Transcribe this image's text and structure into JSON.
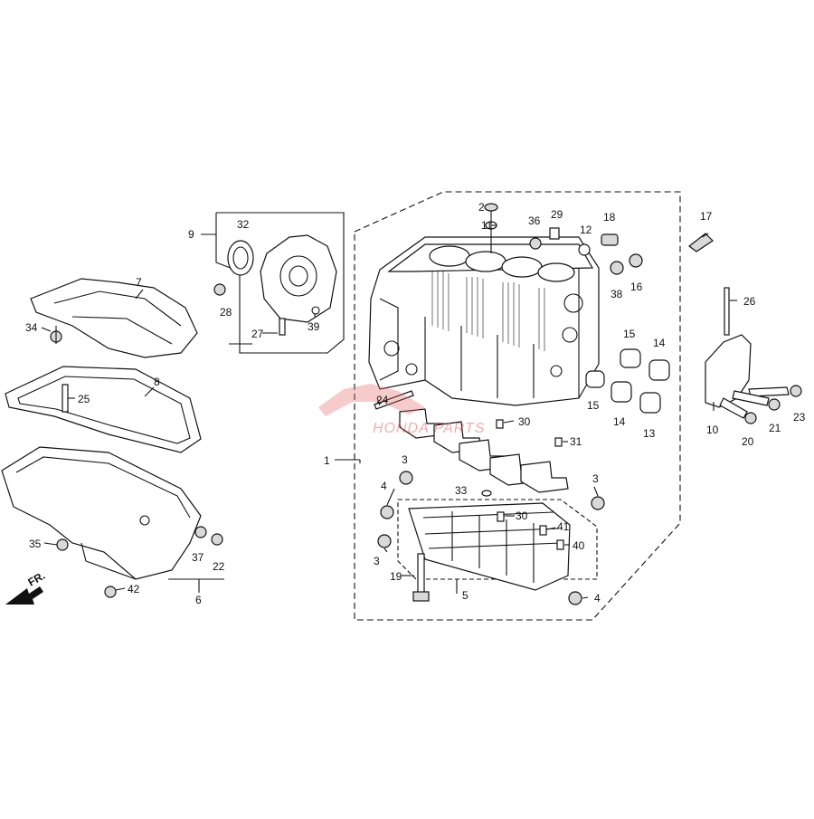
{
  "diagram": {
    "watermark": "HONDA PARTS",
    "direction_label": "FR.",
    "callouts": [
      {
        "id": "c1",
        "text": "1"
      },
      {
        "id": "c2",
        "text": "2"
      },
      {
        "id": "c3a",
        "text": "3"
      },
      {
        "id": "c3b",
        "text": "3"
      },
      {
        "id": "c3c",
        "text": "3"
      },
      {
        "id": "c4a",
        "text": "4"
      },
      {
        "id": "c4b",
        "text": "4"
      },
      {
        "id": "c5",
        "text": "5"
      },
      {
        "id": "c6",
        "text": "6"
      },
      {
        "id": "c7",
        "text": "7"
      },
      {
        "id": "c8",
        "text": "8"
      },
      {
        "id": "c9",
        "text": "9"
      },
      {
        "id": "c10",
        "text": "10"
      },
      {
        "id": "c11",
        "text": "11"
      },
      {
        "id": "c12",
        "text": "12"
      },
      {
        "id": "c13",
        "text": "13"
      },
      {
        "id": "c14a",
        "text": "14"
      },
      {
        "id": "c14b",
        "text": "14"
      },
      {
        "id": "c15a",
        "text": "15"
      },
      {
        "id": "c15b",
        "text": "15"
      },
      {
        "id": "c16",
        "text": "16"
      },
      {
        "id": "c17",
        "text": "17"
      },
      {
        "id": "c18",
        "text": "18"
      },
      {
        "id": "c19",
        "text": "19"
      },
      {
        "id": "c20",
        "text": "20"
      },
      {
        "id": "c21",
        "text": "21"
      },
      {
        "id": "c22",
        "text": "22"
      },
      {
        "id": "c23",
        "text": "23"
      },
      {
        "id": "c24",
        "text": "24"
      },
      {
        "id": "c25",
        "text": "25"
      },
      {
        "id": "c26",
        "text": "26"
      },
      {
        "id": "c27",
        "text": "27"
      },
      {
        "id": "c28",
        "text": "28"
      },
      {
        "id": "c29",
        "text": "29"
      },
      {
        "id": "c30a",
        "text": "30"
      },
      {
        "id": "c30b",
        "text": "30"
      },
      {
        "id": "c31",
        "text": "31"
      },
      {
        "id": "c32",
        "text": "32"
      },
      {
        "id": "c33",
        "text": "33"
      },
      {
        "id": "c34",
        "text": "34"
      },
      {
        "id": "c35",
        "text": "35"
      },
      {
        "id": "c36",
        "text": "36"
      },
      {
        "id": "c37",
        "text": "37"
      },
      {
        "id": "c38",
        "text": "38"
      },
      {
        "id": "c39",
        "text": "39"
      },
      {
        "id": "c40",
        "text": "40"
      },
      {
        "id": "c41",
        "text": "41"
      },
      {
        "id": "c42",
        "text": "42"
      }
    ]
  }
}
